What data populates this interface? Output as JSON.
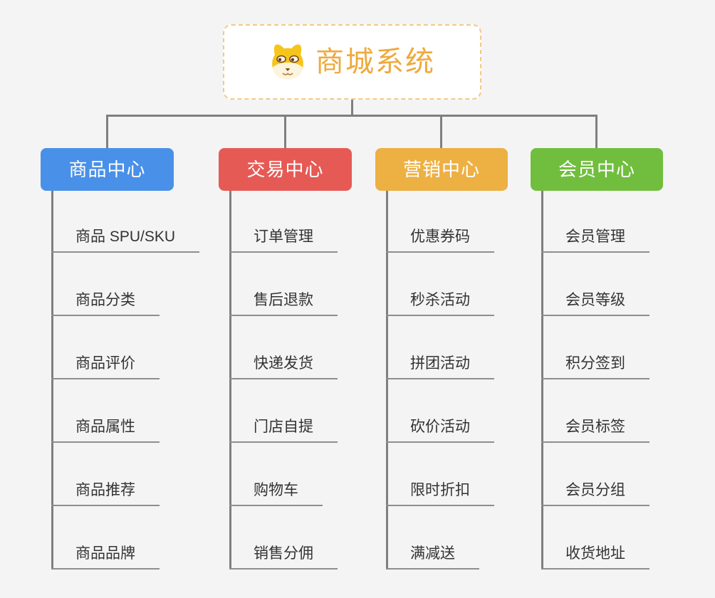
{
  "root": {
    "title": "商城系统",
    "title_color": "#efa93c",
    "logo_icon": "dog-face-icon"
  },
  "palette": {
    "background": "#f4f4f5",
    "connector_line": "#7f7f7f",
    "item_underline": "#8e8e8e",
    "item_text": "#333333",
    "root_border": "#f2c988"
  },
  "columns": [
    {
      "label": "商品中心",
      "color": "#4990e8",
      "items": [
        "商品 SPU/SKU",
        "商品分类",
        "商品评价",
        "商品属性",
        "商品推荐",
        "商品品牌"
      ]
    },
    {
      "label": "交易中心",
      "color": "#e65a55",
      "items": [
        "订单管理",
        "售后退款",
        "快递发货",
        "门店自提",
        "购物车",
        "销售分佣"
      ]
    },
    {
      "label": "营销中心",
      "color": "#edb042",
      "items": [
        "优惠券码",
        "秒杀活动",
        "拼团活动",
        "砍价活动",
        "限时折扣",
        "满减送"
      ]
    },
    {
      "label": "会员中心",
      "color": "#71be3e",
      "items": [
        "会员管理",
        "会员等级",
        "积分签到",
        "会员标签",
        "会员分组",
        "收货地址"
      ]
    }
  ]
}
